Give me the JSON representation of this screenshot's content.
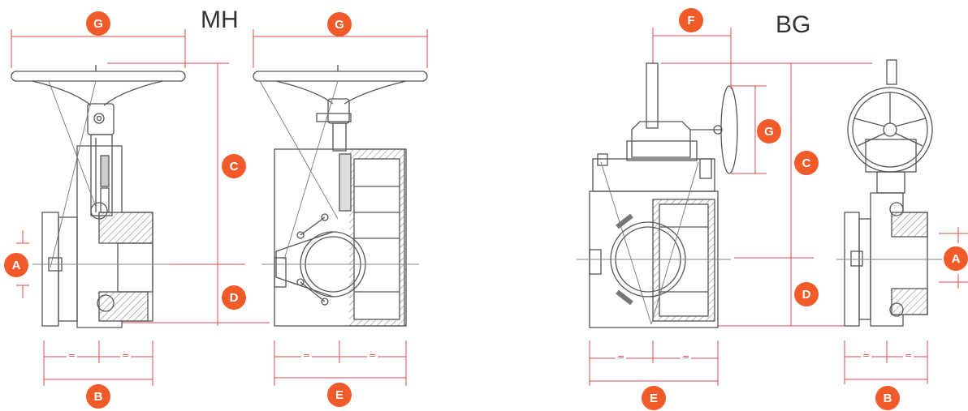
{
  "colors": {
    "badge": "#f15a29",
    "dimension_line": "#e0444a",
    "outline": "#555555",
    "hatch": "#8a8a8a"
  },
  "titles": {
    "left": "MH",
    "right": "BG"
  },
  "labels": {
    "A": "A",
    "B": "B",
    "C": "C",
    "D": "D",
    "E": "E",
    "F": "F",
    "G": "G"
  },
  "equal_mark": "="
}
